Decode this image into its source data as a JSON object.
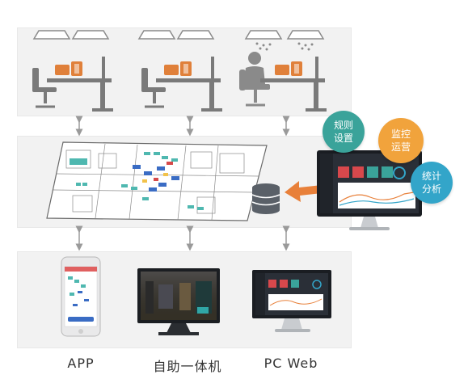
{
  "bubbles": [
    {
      "line1": "规则",
      "line2": "设置",
      "color": "#3aa39a"
    },
    {
      "line1": "监控",
      "line2": "运营",
      "color": "#f1a33c"
    },
    {
      "line1": "统计",
      "line2": "分析",
      "color": "#33a5c9"
    }
  ],
  "clients": {
    "app": "APP",
    "kiosk": "自助一体机",
    "pcweb": "PC Web"
  },
  "colors": {
    "tier_bg": "#f2f2f2",
    "desk_gray": "#7a7a7a",
    "phone_orange": "#e0803a",
    "arrow_orange": "#e8803a",
    "arrow_gray": "#9a9a9a",
    "database": "#555a60"
  }
}
